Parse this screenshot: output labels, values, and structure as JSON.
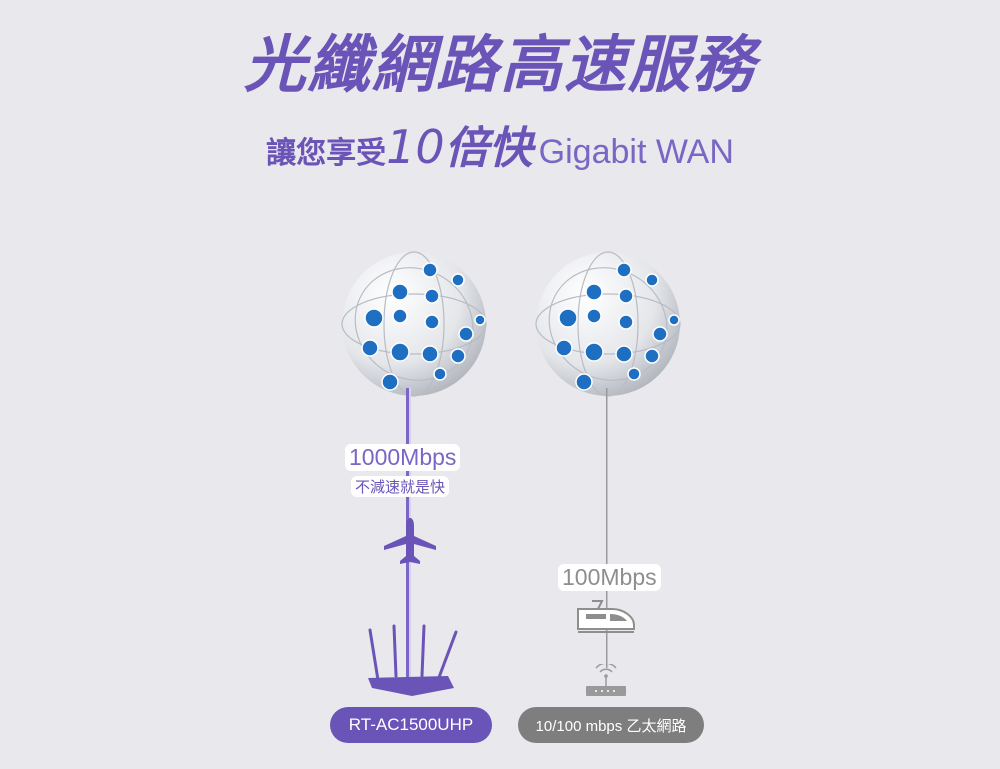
{
  "headline": "光纖網路高速服務",
  "subheadline": {
    "lead": "讓您享受",
    "number": "10",
    "emphasis": "倍快",
    "tail": "Gigabit WAN"
  },
  "left_path": {
    "speed": "1000Mbps",
    "note": "不減速就是快",
    "vehicle_icon": "airplane-icon",
    "device_icon": "router-icon",
    "device_label": "RT-AC1500UHP",
    "color": "#6a54b8"
  },
  "right_path": {
    "speed": "100Mbps",
    "vehicle_icon": "bullet-train-icon",
    "device_icon": "modem-icon",
    "device_label": "10/100 mbps 乙太網路",
    "color": "#8e8e8e"
  },
  "globe_icon": "connected-globe-icon"
}
